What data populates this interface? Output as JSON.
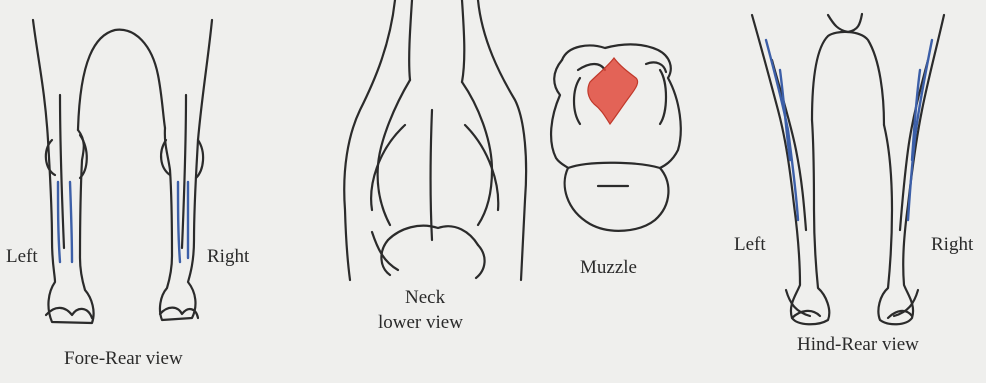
{
  "labels": {
    "fore_left": "Left",
    "fore_right": "Right",
    "fore_caption": "Fore-Rear view",
    "neck_line1": "Neck",
    "neck_line2": "lower view",
    "muzzle": "Muzzle",
    "hind_left": "Left",
    "hind_right": "Right",
    "hind_caption": "Hind-Rear view"
  },
  "colors": {
    "background": "#efefed",
    "outline": "#2b2b2b",
    "vein_marking": "#3c5fa8",
    "muzzle_marking": "#e04a3c"
  }
}
